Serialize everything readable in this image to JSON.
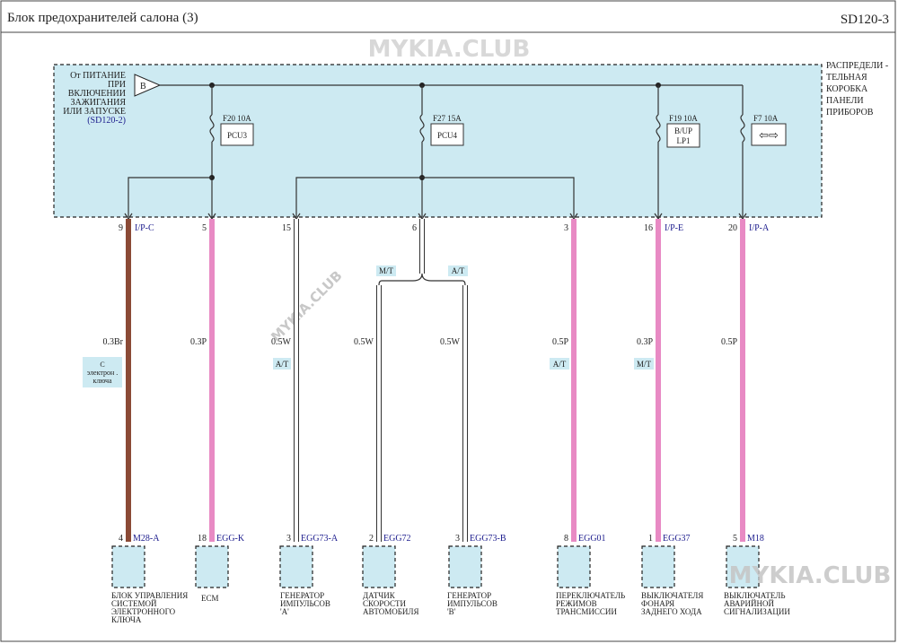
{
  "header": {
    "title": "Блок  предохранителей     салона (3)",
    "page_code": "SD120-3"
  },
  "watermark": {
    "text": "MYKIA.CLUB"
  },
  "power_source": {
    "label_lines": [
      "От ПИТАНИЕ",
      "ПРИ",
      "ВКЛЮЧЕНИИ",
      "ЗАЖИГАНИЯ",
      "ИЛИ ЗАПУСКЕ"
    ],
    "ref": "(SD120-2)",
    "terminal": "B"
  },
  "junction_box": {
    "label_lines": [
      "РАСПРЕДЕЛИ -",
      "ТЕЛЬНАЯ",
      "КОРОБКА",
      "ПАНЕЛИ",
      "ПРИБОРОВ"
    ]
  },
  "fuses": [
    {
      "rating": "F20 10A",
      "circuit": [
        "PCU3"
      ]
    },
    {
      "rating": "F27 15A",
      "circuit": [
        "PCU4"
      ]
    },
    {
      "rating": "F19 10A",
      "circuit": [
        "B/UP",
        "LP1"
      ]
    },
    {
      "rating": "F7 10A",
      "circuit": [
        "⇦⇨"
      ]
    }
  ],
  "jb_pins": [
    {
      "pin": "9",
      "connector": "I/P-C"
    },
    {
      "pin": "5",
      "connector": ""
    },
    {
      "pin": "15",
      "connector": ""
    },
    {
      "pin": "6",
      "connector": ""
    },
    {
      "pin": "3",
      "connector": ""
    },
    {
      "pin": "16",
      "connector": "I/P-E"
    },
    {
      "pin": "20",
      "connector": "I/P-A"
    }
  ],
  "branch_tags": {
    "mt": "M/T",
    "at": "A/T"
  },
  "wires": [
    {
      "spec": "0.3Br",
      "tag": ""
    },
    {
      "spec": "0.3P",
      "tag": ""
    },
    {
      "spec": "0.5W",
      "tag": "A/T"
    },
    {
      "spec": "0.5W",
      "tag": ""
    },
    {
      "spec": "0.5W",
      "tag": ""
    },
    {
      "spec": "0.5P",
      "tag": "A/T"
    },
    {
      "spec": "0.3P",
      "tag": "M/T"
    },
    {
      "spec": "0.5P",
      "tag": ""
    }
  ],
  "smart_key_note": [
    "С",
    "электрон  .",
    "ключа"
  ],
  "components": [
    {
      "pin": "4",
      "connector": "M28-A",
      "name": [
        "БЛОК УПРАВЛЕНИЯ",
        "СИСТЕМОЙ",
        "ЭЛЕКТРОННОГО",
        "КЛЮЧА"
      ]
    },
    {
      "pin": "18",
      "connector": "EGG-K",
      "name": [
        "ECM"
      ]
    },
    {
      "pin": "3",
      "connector": "EGG73-A",
      "name": [
        "ГЕНЕРАТОР",
        "ИМПУЛЬСОВ",
        "'A'"
      ]
    },
    {
      "pin": "2",
      "connector": "EGG72",
      "name": [
        "ДАТЧИК",
        "СКОРОСТИ",
        "АВТОМОБИЛЯ"
      ]
    },
    {
      "pin": "3",
      "connector": "EGG73-B",
      "name": [
        "ГЕНЕРАТОР",
        "ИМПУЛЬСОВ",
        "'B'"
      ]
    },
    {
      "pin": "8",
      "connector": "EGG01",
      "name": [
        "ПЕРЕКЛЮЧАТЕЛЬ",
        "РЕЖИМОВ",
        "ТРАНСМИССИИ"
      ]
    },
    {
      "pin": "1",
      "connector": "EGG37",
      "name": [
        "ВЫКЛЮЧАТЕЛЯ",
        "ФОНАРЯ",
        "ЗАДНЕГО ХОДА"
      ]
    },
    {
      "pin": "5",
      "connector": "M18",
      "name": [
        "ВЫКЛЮЧАТЕЛЬ",
        "АВАРИЙНОЙ",
        "СИГНАЛИЗАЦИИ"
      ]
    }
  ],
  "colors": {
    "brown": "#8b4a36",
    "pink": "#e88ac4",
    "white_wire": "#ffffff",
    "box_fill": "#cdeaf2",
    "line": "#333333"
  }
}
